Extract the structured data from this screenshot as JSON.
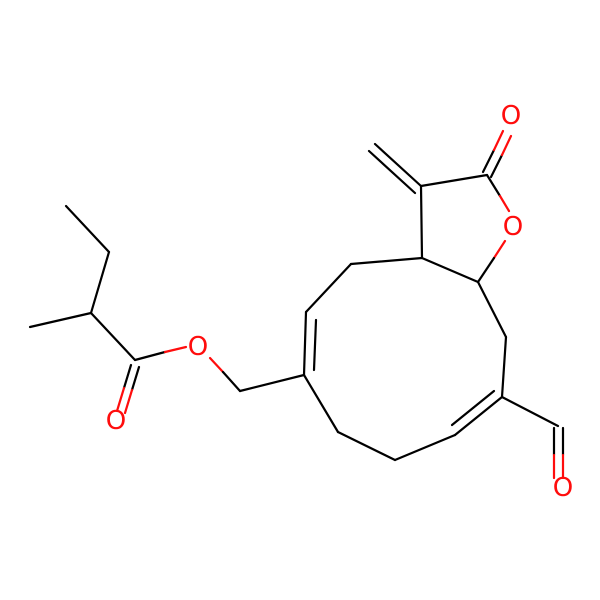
{
  "structure": {
    "atoms": [
      {
        "id": "o_carbonyl_lactone",
        "symbol": "O"
      },
      {
        "id": "o_ring",
        "symbol": "O"
      },
      {
        "id": "o_ester",
        "symbol": "O"
      },
      {
        "id": "o_ester_carbonyl",
        "symbol": "O"
      },
      {
        "id": "o_aldehyde",
        "symbol": "O"
      }
    ]
  },
  "colors": {
    "bond": "#000000",
    "oxygen": "#ff0d0d",
    "background": "#ffffff"
  }
}
